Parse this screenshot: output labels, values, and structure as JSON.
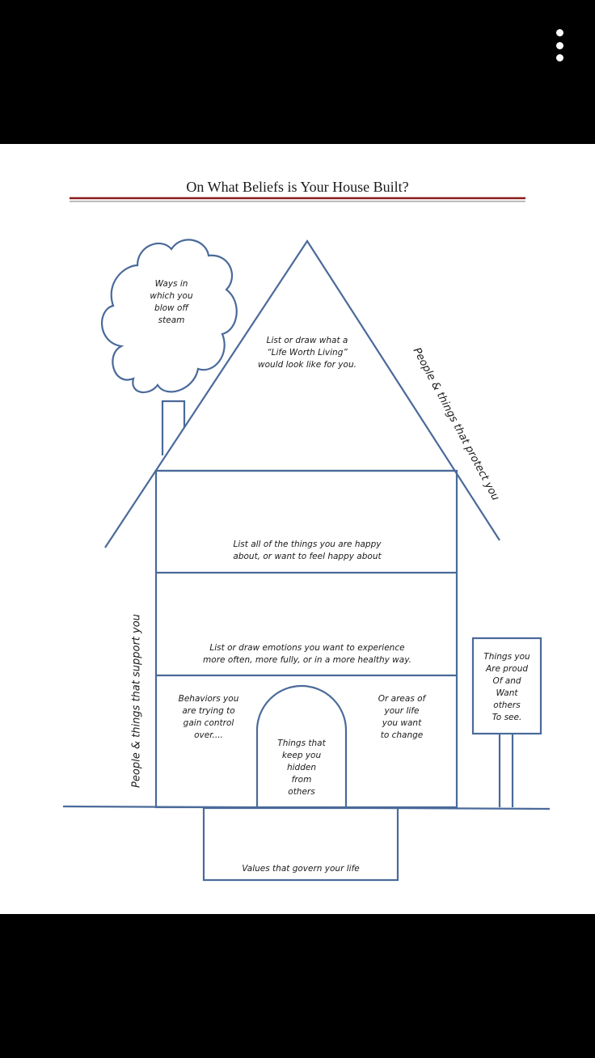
{
  "viewer": {
    "more_options": "more options"
  },
  "worksheet": {
    "title": "On What Beliefs is Your House Built?",
    "cloud": "Ways in\nwhich you\nblow off\nsteam",
    "roof": "List or draw what a\n“Life Worth Living”\nwould look like for you.",
    "roof_side": "People & things that protect you",
    "floor_upper": "List all of the things you are happy\nabout, or want to feel happy about",
    "floor_middle": "List or draw emotions you want to experience\nmore often, more fully, or in a more healthy way.",
    "behaviors": "Behaviors you\nare trying to\ngain control\nover....",
    "door": "Things that\nkeep you\nhidden\nfrom\nothers",
    "areas": "Or areas of\nyour life\nyou want\nto change",
    "support_side": "People & things that support you",
    "sign": "Things you\nAre proud\nOf and\nWant\nothers\nTo see.",
    "foundation": "Values that govern your life"
  },
  "colors": {
    "line": "#4a6a9a",
    "rule_red": "#8b1a1a",
    "rule_gray": "#777777"
  }
}
